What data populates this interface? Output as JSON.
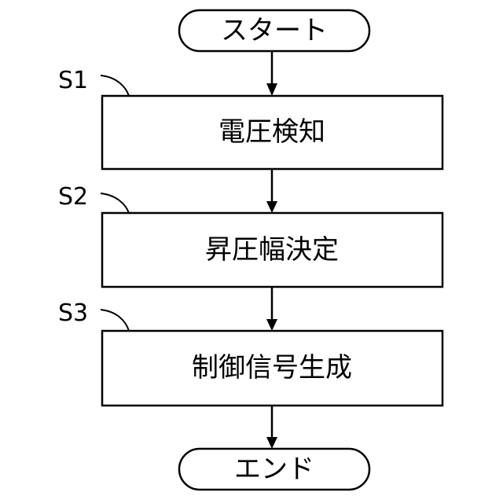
{
  "flowchart": {
    "start": {
      "label": "スタート"
    },
    "steps": [
      {
        "id": "S1",
        "label": "電圧検知"
      },
      {
        "id": "S2",
        "label": "昇圧幅決定"
      },
      {
        "id": "S3",
        "label": "制御信号生成"
      }
    ],
    "end": {
      "label": "エンド"
    }
  }
}
